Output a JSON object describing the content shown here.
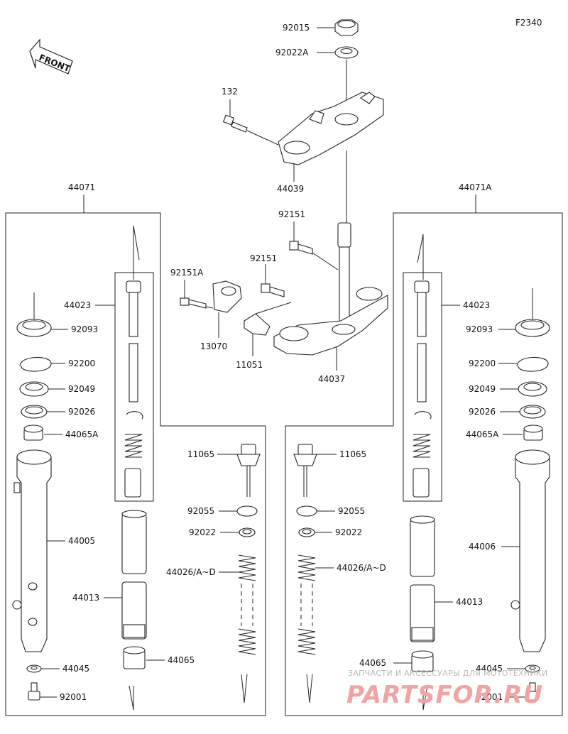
{
  "figure_code": "F2340",
  "front_label": "FRONT",
  "parts": {
    "p92015": "92015",
    "p92022A": "92022A",
    "p132": "132",
    "p44039": "44039",
    "p44071": "44071",
    "p44071A": "44071A",
    "p92151_a": "92151",
    "p92151_b": "92151",
    "p92151A": "92151A",
    "p13070": "13070",
    "p11051": "11051",
    "p44037": "44037",
    "l44023": "44023",
    "l92093": "92093",
    "l92200": "92200",
    "l92049": "92049",
    "l92026": "92026",
    "l44065A": "44065A",
    "l11065": "11065",
    "l92055": "92055",
    "l92022": "92022",
    "l44026": "44026/A~D",
    "l44005": "44005",
    "l44013": "44013",
    "l44045": "44045",
    "l44065": "44065",
    "l92001": "92001",
    "r44023": "44023",
    "r92093": "92093",
    "r92200": "92200",
    "r92049": "92049",
    "r92026": "92026",
    "r44065A": "44065A",
    "r11065": "11065",
    "r92055": "92055",
    "r92022": "92022",
    "r44026": "44026/A~D",
    "r44006": "44006",
    "r44013": "44013",
    "r44065": "44065",
    "r44045": "44045",
    "r92001": "92001"
  },
  "watermark": {
    "caption": "ЗАПЧАСТИ И АКСЕССУАРЫ ДЛЯ МОТОТЕХНИКИ",
    "brand": "PARTSFOR.RU"
  }
}
